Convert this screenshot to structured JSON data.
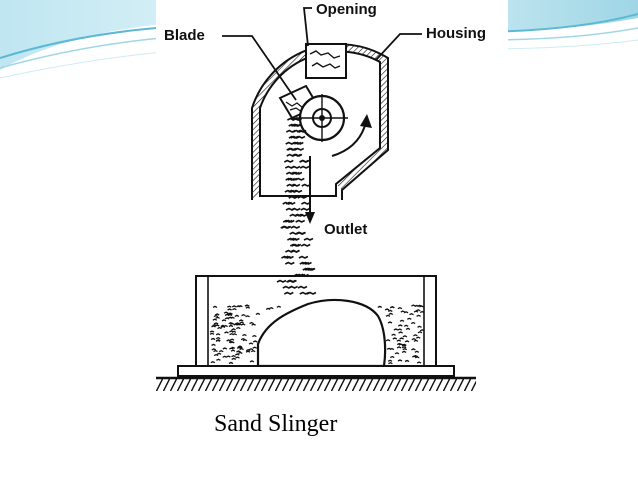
{
  "diagram": {
    "labels": {
      "blade": "Blade",
      "opening": "Opening",
      "housing": "Housing",
      "outlet": "Outlet"
    },
    "caption": "Sand Slinger"
  },
  "colors": {
    "swoosh_light": "#dff3f8",
    "swoosh_mid": "#a6dbe9",
    "swoosh_dark": "#4fb3cf",
    "ink": "#111111"
  }
}
